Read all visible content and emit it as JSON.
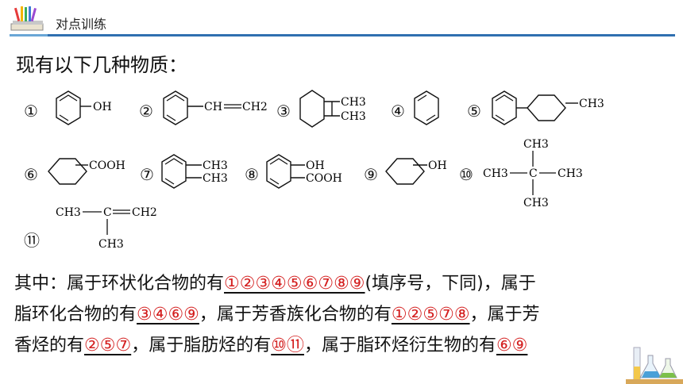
{
  "header": {
    "title": "对点训练"
  },
  "intro": "现有以下几种物质：",
  "compounds": [
    {
      "num": "①",
      "labels": [
        "OH"
      ]
    },
    {
      "num": "②",
      "labels": [
        "CH",
        "CH2"
      ]
    },
    {
      "num": "③",
      "labels": [
        "CH3",
        "CH3"
      ]
    },
    {
      "num": "④",
      "labels": []
    },
    {
      "num": "⑤",
      "labels": [
        "CH3"
      ]
    },
    {
      "num": "⑥",
      "labels": [
        "COOH"
      ]
    },
    {
      "num": "⑦",
      "labels": [
        "CH3",
        "CH3"
      ]
    },
    {
      "num": "⑧",
      "labels": [
        "OH",
        "COOH"
      ]
    },
    {
      "num": "⑨",
      "labels": [
        "OH"
      ]
    },
    {
      "num": "⑩",
      "labels": [
        "CH3",
        "CH3",
        "C",
        "CH3",
        "CH3"
      ]
    },
    {
      "num": "⑪",
      "labels": [
        "CH3",
        "C",
        "CH2",
        "CH3"
      ]
    }
  ],
  "answers": {
    "t1": "其中：属于环状化合物的有",
    "a1": "①②③④⑤⑥⑦⑧⑨",
    "t2": "(填序号，下同)，属于",
    "t3": "脂环化合物的有",
    "a2": "③④⑥⑨",
    "t4": "，属于芳香族化合物的有",
    "a3": "①②⑤⑦⑧",
    "t5": "，属于芳",
    "t6": "香烃的有",
    "a4": "②⑤⑦",
    "t7": "，属于脂肪烃的有",
    "a5": "⑩⑪",
    "t8": "，属于脂环烃衍生物的有",
    "a6": "⑥⑨"
  },
  "colors": {
    "accent": "#2f6fb0",
    "answer": "#d42020"
  }
}
